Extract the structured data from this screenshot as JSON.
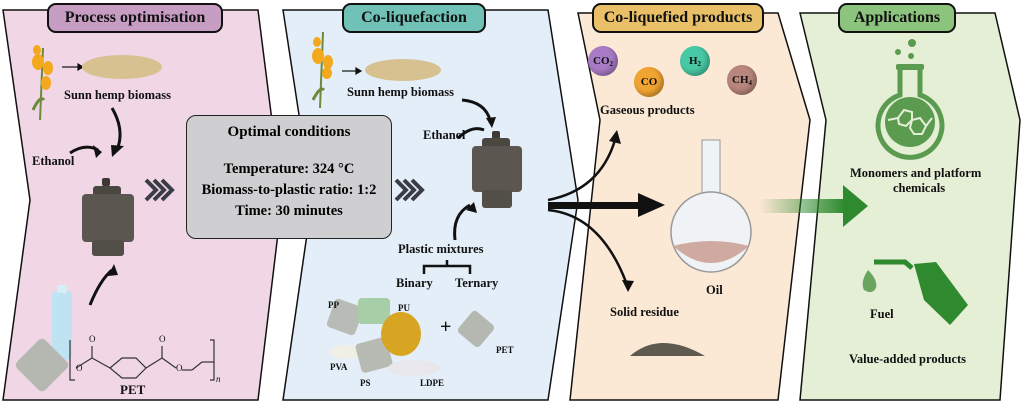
{
  "panels": [
    {
      "title": "Process optimisation",
      "color": "#f1d7e6",
      "badge_color": "#c89dc3"
    },
    {
      "title": "Co-liquefaction",
      "color": "#e3eef8",
      "badge_color": "#6fc2b5"
    },
    {
      "title": "Co-liquefied products",
      "color": "#fbe8d5",
      "badge_color": "#e9c067"
    },
    {
      "title": "Applications",
      "color": "#e4efd6",
      "badge_color": "#8cc37d"
    }
  ],
  "process": {
    "biomass_label": "Sunn hemp biomass",
    "solvent_label": "Ethanol",
    "plastic_label": "PET",
    "polymer_subscript": "n",
    "carbonyl_atom": "O",
    "ester_atom": "O"
  },
  "optimal_conditions": {
    "title": "Optimal conditions",
    "lines": [
      "Temperature: 324 °C",
      "Biomass-to-plastic ratio: 1:2",
      "Time: 30 minutes"
    ]
  },
  "coliquefaction": {
    "biomass_label": "Sunn hemp biomass",
    "solvent_label": "Ethanol",
    "mixtures_label": "Plastic mixtures",
    "mixture_types": [
      "Binary",
      "Ternary"
    ],
    "plastics": [
      "PP",
      "PU",
      "PVA",
      "PS",
      "LDPE"
    ],
    "plus": "+",
    "extra_plastic": "PET"
  },
  "products": {
    "gases": [
      {
        "name": "CO",
        "sub": "2",
        "color": "#a87bc6"
      },
      {
        "name": "CO",
        "sub": "",
        "color": "#f0a431"
      },
      {
        "name": "H",
        "sub": "2",
        "color": "#48c9a5"
      },
      {
        "name": "CH",
        "sub": "4",
        "color": "#b8867c"
      }
    ],
    "gas_label": "Gaseous products",
    "oil_label": "Oil",
    "solid_label": "Solid residue"
  },
  "applications": {
    "chemicals_label_1": "Monomers and platform",
    "chemicals_label_2": "chemicals",
    "fuel_label": "Fuel",
    "summary_label": "Value-added products",
    "icon_color": "#5a9b4f"
  }
}
